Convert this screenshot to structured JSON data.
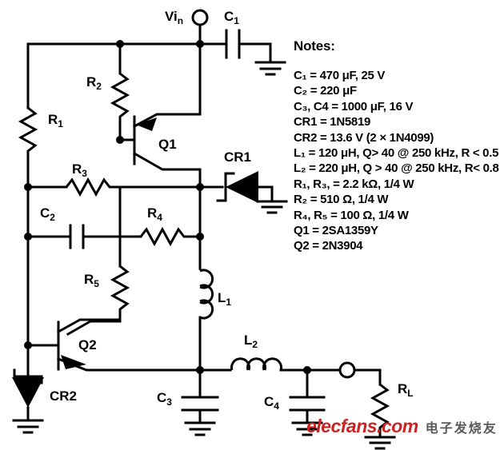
{
  "figure": {
    "type": "circuit-schematic",
    "title_label": "Vin"
  },
  "terminals": {
    "input_label": "Vin",
    "input_label_main": "Vi",
    "input_label_sub": "n"
  },
  "components": [
    {
      "id": "C1",
      "base": "C",
      "sub": "1",
      "kind": "capacitor"
    },
    {
      "id": "C2",
      "base": "C",
      "sub": "2",
      "kind": "capacitor"
    },
    {
      "id": "C3",
      "base": "C",
      "sub": "3",
      "kind": "capacitor"
    },
    {
      "id": "C4",
      "base": "C",
      "sub": "4",
      "kind": "capacitor"
    },
    {
      "id": "R1",
      "base": "R",
      "sub": "1",
      "kind": "resistor"
    },
    {
      "id": "R2",
      "base": "R",
      "sub": "2",
      "kind": "resistor"
    },
    {
      "id": "R3",
      "base": "R",
      "sub": "3",
      "kind": "resistor"
    },
    {
      "id": "R4",
      "base": "R",
      "sub": "4",
      "kind": "resistor"
    },
    {
      "id": "R5",
      "base": "R",
      "sub": "5",
      "kind": "resistor"
    },
    {
      "id": "RL",
      "base": "R",
      "sub": "L",
      "kind": "resistor"
    },
    {
      "id": "L1",
      "base": "L",
      "sub": "1",
      "kind": "inductor"
    },
    {
      "id": "L2",
      "base": "L",
      "sub": "2",
      "kind": "inductor"
    },
    {
      "id": "CR1",
      "base": "CR1",
      "sub": "",
      "kind": "schottky-diode"
    },
    {
      "id": "CR2",
      "base": "CR2",
      "sub": "",
      "kind": "zener-diode"
    },
    {
      "id": "Q1",
      "base": "Q1",
      "sub": "",
      "kind": "pnp-transistor"
    },
    {
      "id": "Q2",
      "base": "Q2",
      "sub": "",
      "kind": "npn-transistor"
    }
  ],
  "labels": {
    "C1": {
      "base": "C",
      "sub": "1"
    },
    "C2": {
      "base": "C",
      "sub": "2"
    },
    "C3": {
      "base": "C",
      "sub": "3"
    },
    "C4": {
      "base": "C",
      "sub": "4"
    },
    "R1": {
      "base": "R",
      "sub": "1"
    },
    "R2": {
      "base": "R",
      "sub": "2"
    },
    "R3": {
      "base": "R",
      "sub": "3"
    },
    "R4": {
      "base": "R",
      "sub": "4"
    },
    "R5": {
      "base": "R",
      "sub": "5"
    },
    "RL": {
      "base": "R",
      "sub": "L"
    },
    "L1": {
      "base": "L",
      "sub": "1"
    },
    "L2": {
      "base": "L",
      "sub": "2"
    },
    "CR1": {
      "base": "CR1",
      "sub": ""
    },
    "CR2": {
      "base": "CR2",
      "sub": ""
    },
    "Q1": {
      "base": "Q1",
      "sub": ""
    },
    "Q2": {
      "base": "Q2",
      "sub": ""
    }
  },
  "notes": {
    "title": "Notes:",
    "lines": [
      "C₁ = 470 μF, 25 V",
      "C₂ = 220 μF",
      "C₃, C4 = 1000 μF, 16 V",
      "CR1 = 1N5819",
      "CR2 = 13.6 V (2 × 1N4099)",
      "L₁ = 120 μH, Q> 40 @ 250 kHz, R < 0.5",
      "L₂ = 220 μH, Q > 40 @ 250 kHz, R< 0.8",
      "R₁, R₃, = 2.2 kΩ, 1/4 W",
      "R₂ = 510 Ω, 1/4 W",
      "R₄, R₅ = 100 Ω, 1/4 W",
      "Q1 = 2SA1359Y",
      "Q2 = 2N3904"
    ]
  },
  "watermark": {
    "english": "elecfans.com",
    "chinese": "电子发烧友",
    "color_en": "#cc2222",
    "color_cn": "#5a5a5a"
  },
  "colors": {
    "line": "#000000",
    "background": "#ffffff"
  }
}
